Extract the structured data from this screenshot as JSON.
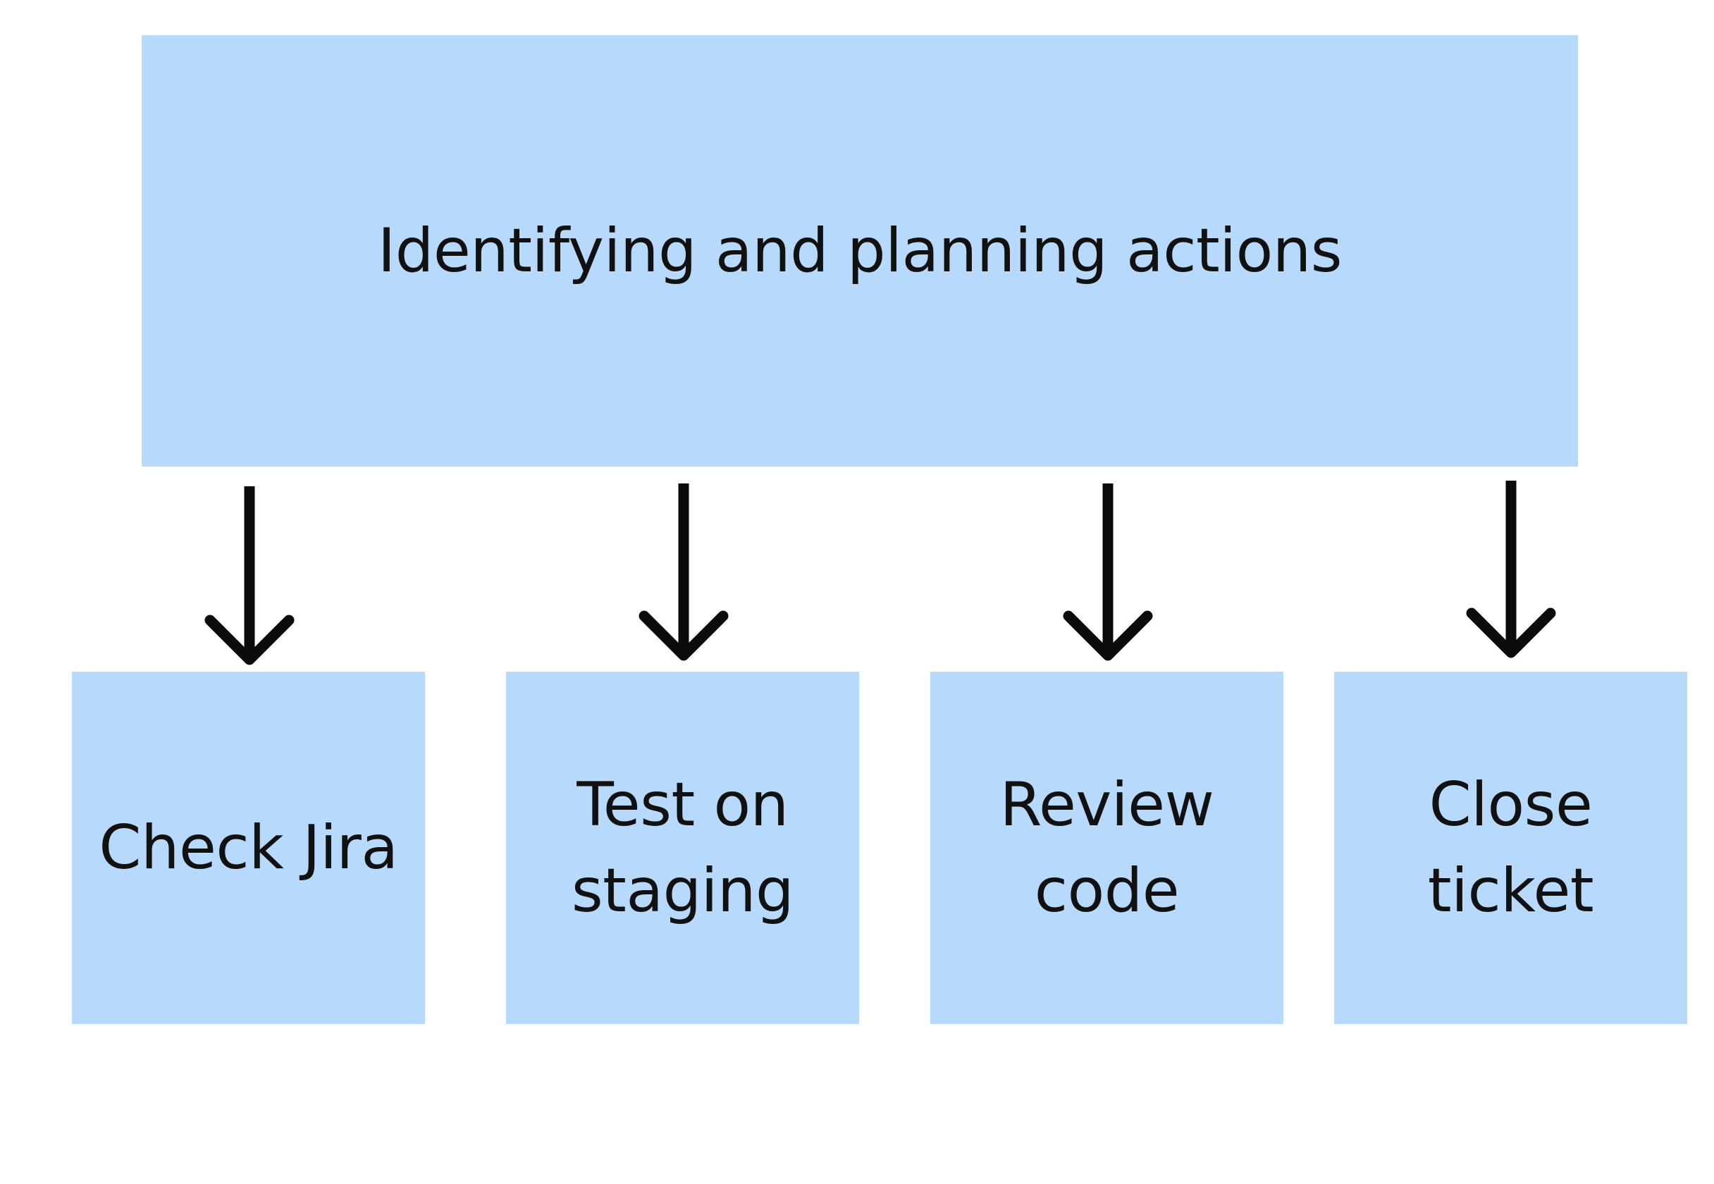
{
  "colors": {
    "box_fill": "#b6d9fc",
    "arrow": "#0b0b0b",
    "text": "#111111",
    "background": "#ffffff"
  },
  "top": {
    "label": "Identifying and planning actions"
  },
  "steps": [
    {
      "label": "Check Jira"
    },
    {
      "label": "Test on staging"
    },
    {
      "label": "Review code"
    },
    {
      "label": "Close ticket"
    }
  ]
}
